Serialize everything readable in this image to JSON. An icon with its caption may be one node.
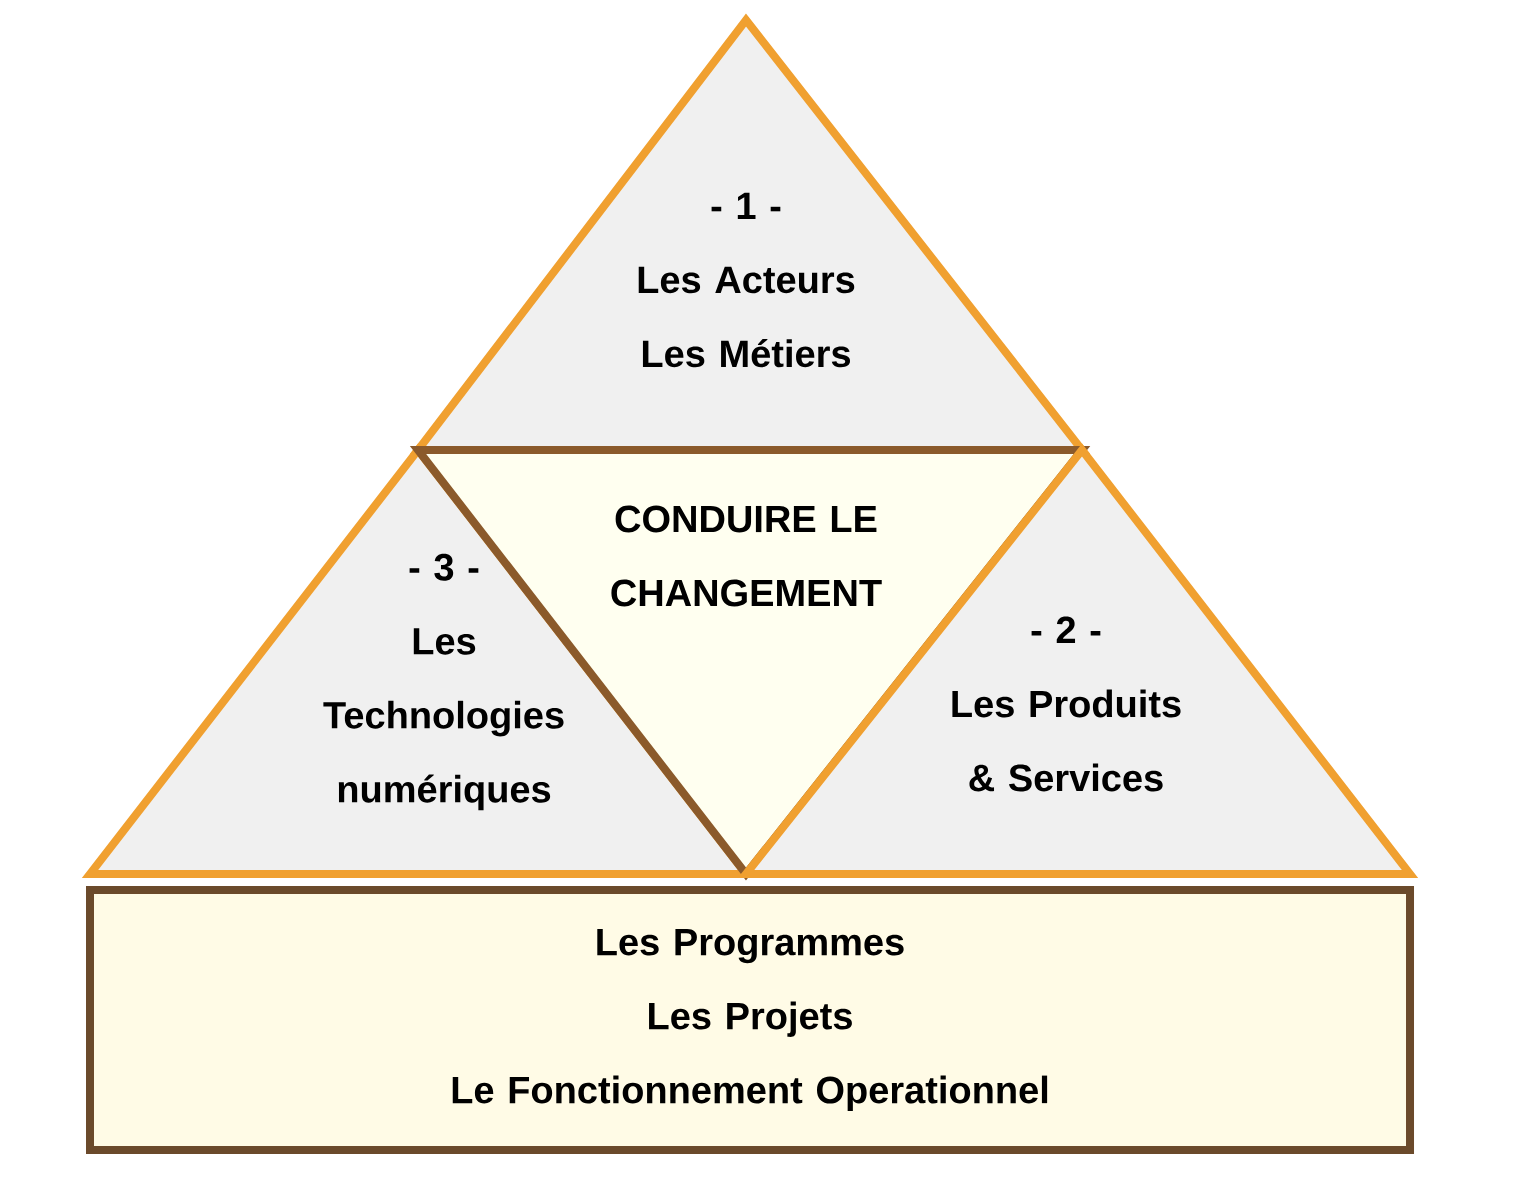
{
  "diagram": {
    "nodes": [
      {
        "text": [
          "- 1 -",
          "Les Acteurs Les Métiers"
        ]
      },
      {
        "text": [
          "- 3 -",
          "Les Technologies numériques"
        ]
      },
      {
        "text": [
          "CONDUIRE LE CHANGEMENT"
        ]
      },
      {
        "text": [
          "- 2 -",
          "Les Produits & Services"
        ]
      },
      {
        "text": [
          "Les Programmes",
          "Les Projets",
          "Le Fonctionnement Operationnel"
        ]
      }
    ]
  }
}
